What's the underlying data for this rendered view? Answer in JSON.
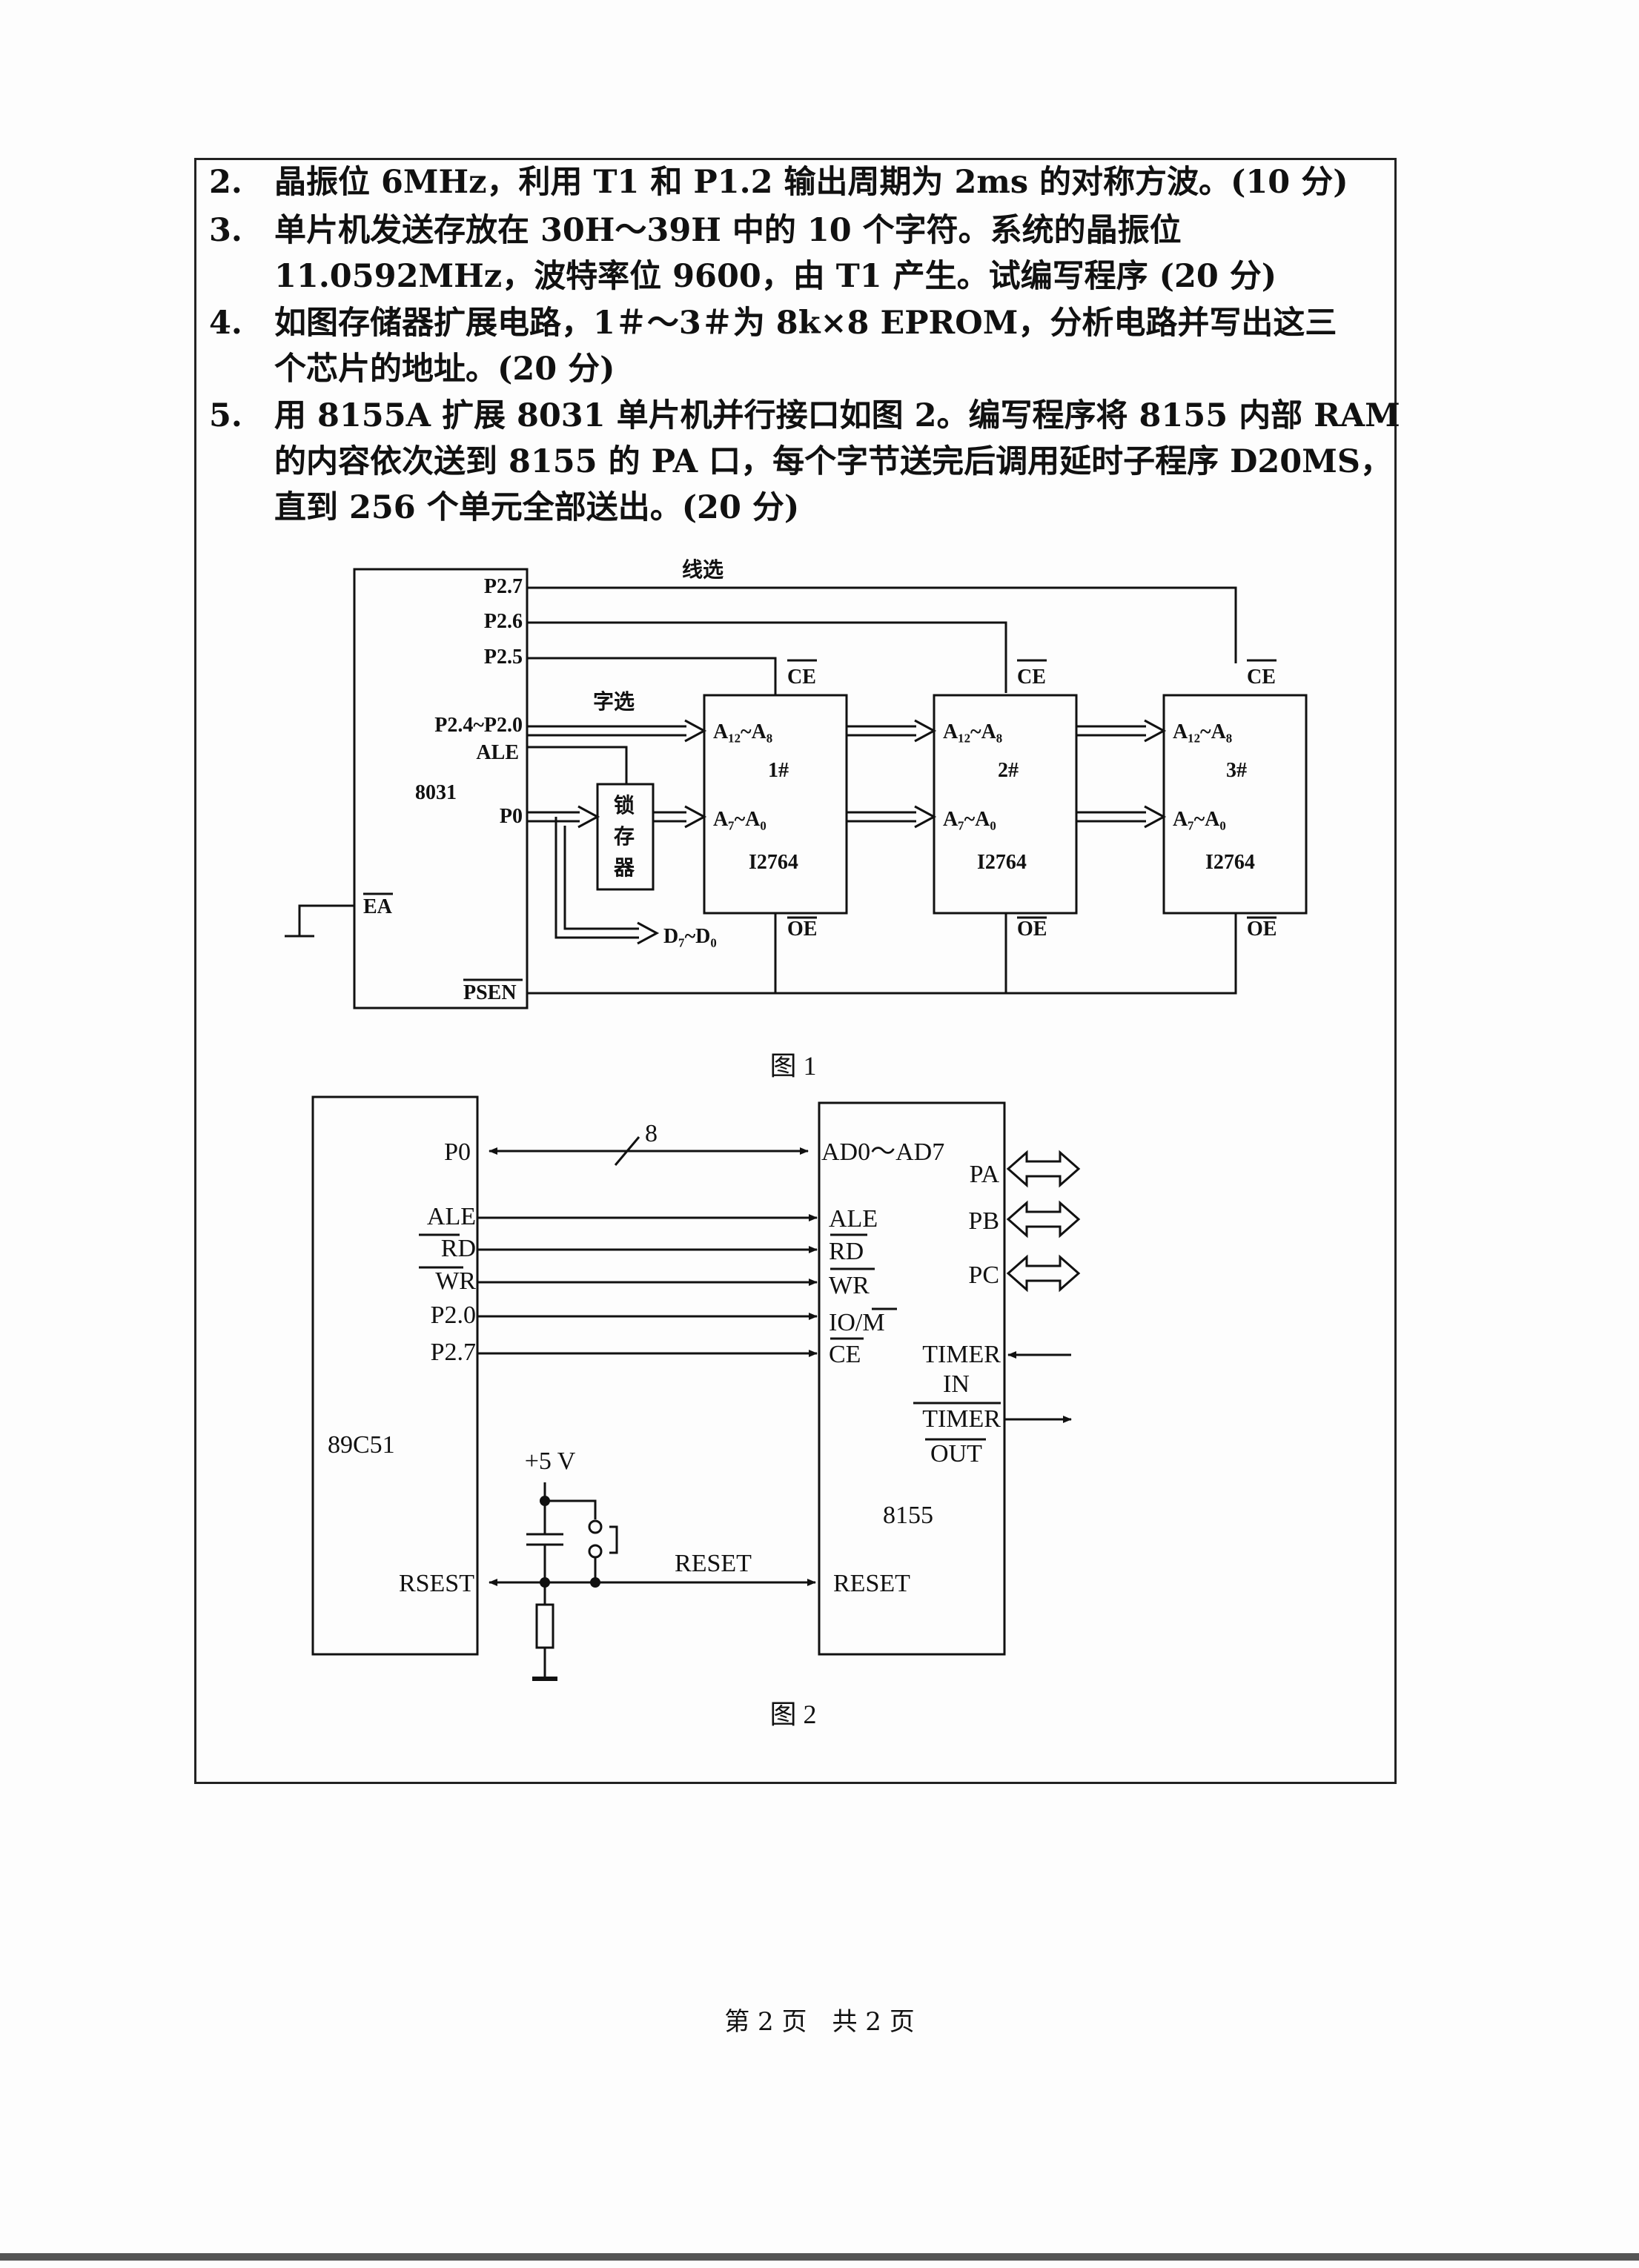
{
  "questions": [
    {
      "number": "2.",
      "lines": [
        "晶振位 6MHz，利用 T1 和 P1.2 输出周期为 2ms 的对称方波。(10 分)"
      ]
    },
    {
      "number": "3.",
      "lines": [
        "单片机发送存放在 30H～39H 中的 10 个字符。系统的晶振位",
        "11.0592MHz，波特率位 9600，由 T1 产生。试编写程序 (20 分)"
      ]
    },
    {
      "number": "4.",
      "lines": [
        "如图存储器扩展电路，1＃～3＃为 8k×8 EPROM，分析电路并写出这三",
        "个芯片的地址。(20 分)"
      ]
    },
    {
      "number": "5.",
      "lines": [
        "用 8155A 扩展 8031 单片机并行接口如图 2。编写程序将 8155 内部 RAM",
        "的内容依次送到 8155 的 PA 口，每个字节送完后调用延时子程序 D20MS，",
        "直到 256 个单元全部送出。(20 分)"
      ]
    }
  ],
  "figure1": {
    "caption": "图 1",
    "cpu_name": "8031",
    "pins": [
      "P2.7",
      "P2.6",
      "P2.5",
      "P2.4~P2.0",
      "ALE",
      "P0",
      "EA",
      "PSEN"
    ],
    "line_select": "线选",
    "word_select": "字选",
    "latch": [
      "锁",
      "存",
      "器"
    ],
    "data_bus": "D₇~D₀",
    "chips": [
      {
        "index": "1#",
        "name": "I2764"
      },
      {
        "index": "2#",
        "name": "I2764"
      },
      {
        "index": "3#",
        "name": "I2764"
      }
    ],
    "chip_pins": {
      "ce": "CE",
      "oe": "OE",
      "high_addr": "A₁₂~A₈",
      "low_addr": "A₇~A₀"
    }
  },
  "figure2": {
    "caption": "图 2",
    "mcu_name": "89C51",
    "mcu_pins": [
      "P0",
      "ALE",
      "RD",
      "WR",
      "P2.0",
      "P2.7",
      "RSEST"
    ],
    "bus_width": "8",
    "chip_name": "8155",
    "chip_pins": [
      "AD0～AD7",
      "ALE",
      "RD",
      "WR",
      "IO/M",
      "CE",
      "RESET"
    ],
    "ports": [
      "PA",
      "PB",
      "PC"
    ],
    "timer_in": [
      "TIMER",
      "IN"
    ],
    "timer_out": [
      "TIMER",
      "OUT"
    ],
    "supply": "+5 V",
    "reset_net": "RESET"
  },
  "footer": "第 2 页　共 2 页"
}
